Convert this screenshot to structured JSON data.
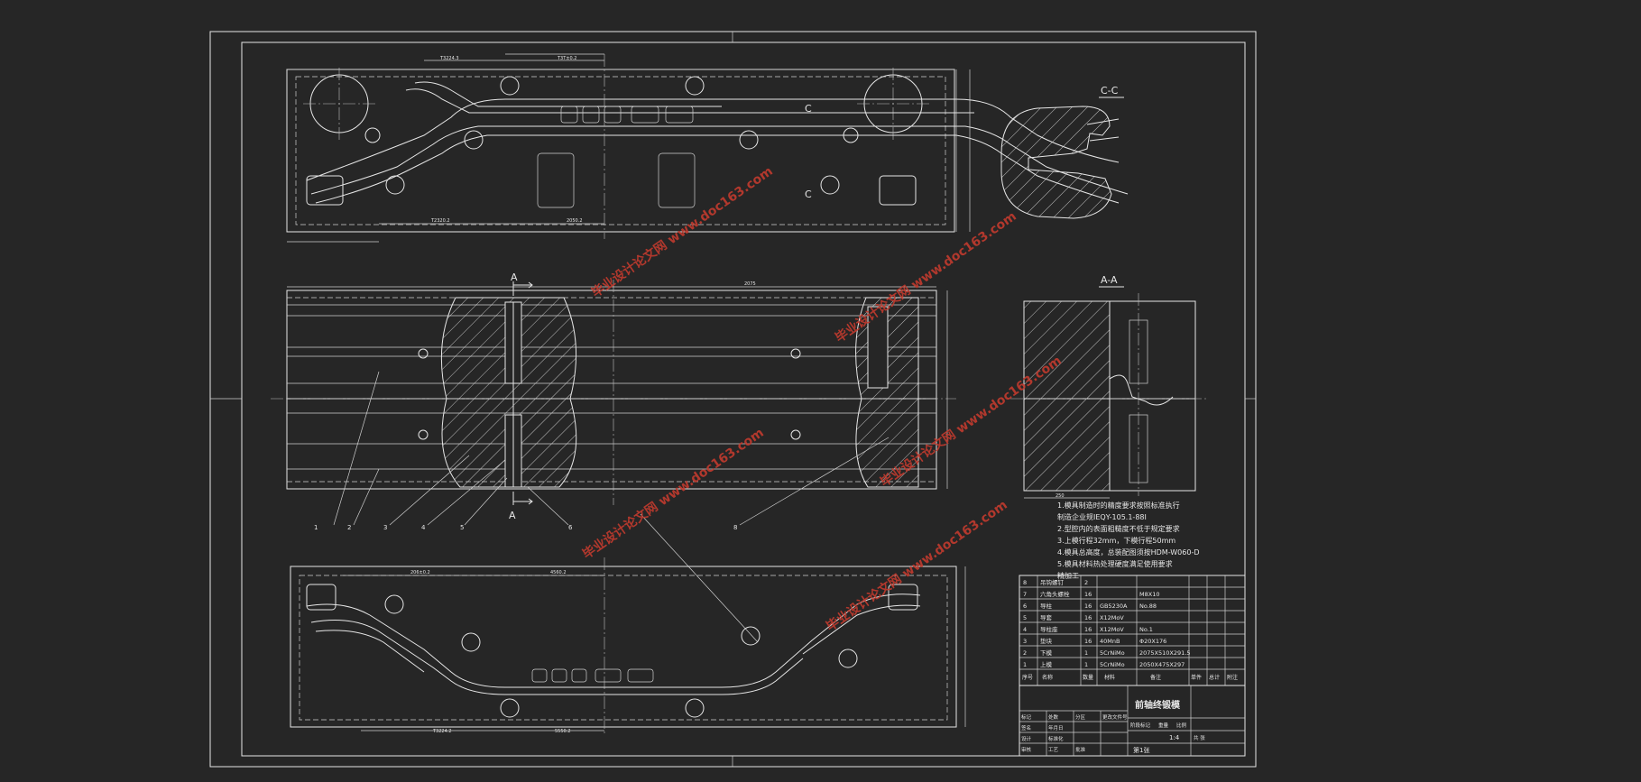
{
  "drawing": {
    "section_cc_label": "C-C",
    "section_aa_label": "A-A",
    "marker_a": "A",
    "marker_c": "C"
  },
  "notes": [
    "1.模具制造时的精度要求按照标准执行",
    "制造企业规IEQY-105.1-88I",
    "2.型腔内的表面粗糙度不低于规定要求",
    "3.上模行程32mm，下模行程50mm",
    "4.模具总高度，总装配图须按HDM-W060-D",
    "5.模具材料热处理硬度满足使用要求",
    "精加工"
  ],
  "bom": [
    {
      "no": "8",
      "name": "吊钩螺钉",
      "qty": "2",
      "material": "",
      "spec": ""
    },
    {
      "no": "7",
      "name": "六角头螺栓",
      "qty": "16",
      "material": "",
      "spec": "M8X10"
    },
    {
      "no": "6",
      "name": "导柱",
      "qty": "16",
      "material": "GB5230A",
      "spec": "No.88"
    },
    {
      "no": "5",
      "name": "导套",
      "qty": "16",
      "material": "X12MoV",
      "spec": ""
    },
    {
      "no": "4",
      "name": "导柱座",
      "qty": "16",
      "material": "X12MoV",
      "spec": "No.1"
    },
    {
      "no": "3",
      "name": "垫块",
      "qty": "16",
      "material": "40MnB",
      "spec": "Φ20X176"
    },
    {
      "no": "2",
      "name": "下模",
      "qty": "1",
      "material": "5CrNiMo",
      "spec": "2075X510X291.5"
    },
    {
      "no": "1",
      "name": "上模",
      "qty": "1",
      "material": "5CrNiMo",
      "spec": "2050X475X297"
    }
  ],
  "bom_header": [
    "序号",
    "名称",
    "数量",
    "材料",
    "备注",
    "单件",
    "总计",
    "附注"
  ],
  "title_block": {
    "title": "前轴终锻模",
    "scale": "1:4",
    "sheet": "第1张",
    "rows": [
      "标记",
      "处数",
      "分区",
      "更改文件号",
      "签名",
      "年月日",
      "设计",
      "标准化",
      "审核",
      "工艺",
      "批准",
      "阶段标记",
      "重量",
      "比例",
      "共  张"
    ]
  },
  "part_labels": [
    "1",
    "2",
    "3",
    "4",
    "5",
    "6",
    "8"
  ],
  "watermark": "毕业设计论文网 www.doc163.com",
  "colors": {
    "background": "#262626",
    "line": "#e6e6e6",
    "watermark": "#c23b2e"
  }
}
